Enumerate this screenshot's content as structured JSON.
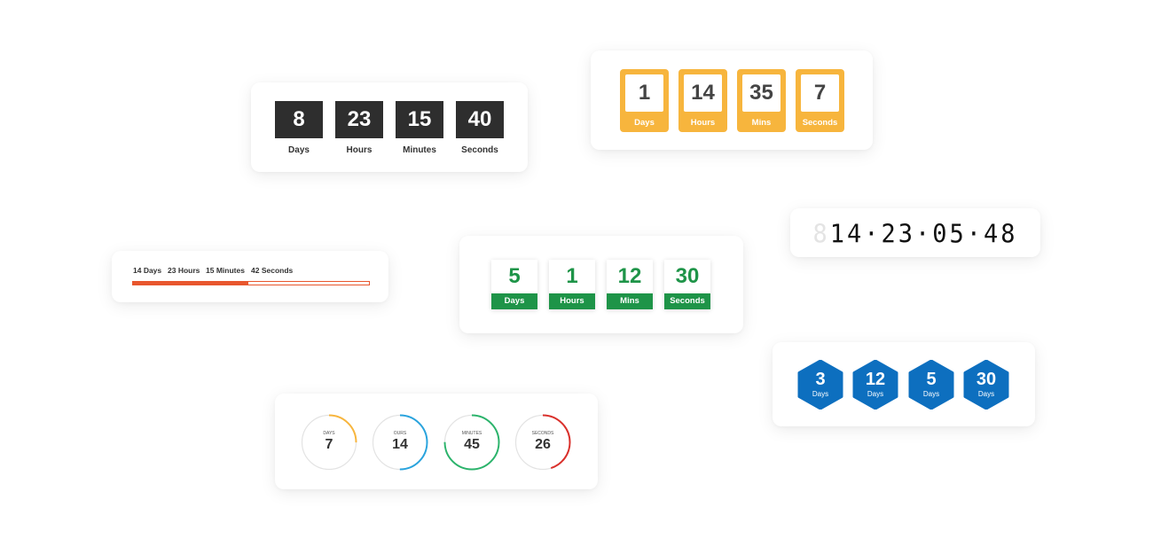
{
  "dark_countdown": {
    "units": [
      {
        "value": "8",
        "label": "Days"
      },
      {
        "value": "23",
        "label": "Hours"
      },
      {
        "value": "15",
        "label": "Minutes"
      },
      {
        "value": "40",
        "label": "Seconds"
      }
    ],
    "color": "#2e2e2e"
  },
  "yellow_countdown": {
    "units": [
      {
        "value": "1",
        "label": "Days"
      },
      {
        "value": "14",
        "label": "Hours"
      },
      {
        "value": "35",
        "label": "Mins"
      },
      {
        "value": "7",
        "label": "Seconds"
      }
    ],
    "color": "#f7b53d"
  },
  "segment_countdown": {
    "display": [
      "14",
      "23",
      "05",
      "48"
    ],
    "ghost_prefix": "8",
    "separator": "·"
  },
  "progress_countdown": {
    "labels": [
      "14 Days",
      "23 Hours",
      "15 Minutes",
      "42 Seconds"
    ],
    "progress": 0.49,
    "color": "#e8562d"
  },
  "green_countdown": {
    "units": [
      {
        "value": "5",
        "label": "Days"
      },
      {
        "value": "1",
        "label": "Hours"
      },
      {
        "value": "12",
        "label": "Mins"
      },
      {
        "value": "30",
        "label": "Seconds"
      }
    ],
    "color": "#1e9448"
  },
  "hex_countdown": {
    "units": [
      {
        "value": "3",
        "label": "Days"
      },
      {
        "value": "12",
        "label": "Days"
      },
      {
        "value": "5",
        "label": "Days"
      },
      {
        "value": "30",
        "label": "Days"
      }
    ],
    "color": "#0d6fbf"
  },
  "circle_countdown": {
    "units": [
      {
        "value": "7",
        "label": "DAYS",
        "color": "#f7b53d",
        "progress": 0.25
      },
      {
        "value": "14",
        "label": "OURS",
        "color": "#29a3dd",
        "progress": 0.5
      },
      {
        "value": "45",
        "label": "MINUTES",
        "color": "#2bb36b",
        "progress": 0.75
      },
      {
        "value": "26",
        "label": "SECONDS",
        "color": "#d9302b",
        "progress": 0.45
      }
    ],
    "track_color": "#e3e3e3"
  }
}
